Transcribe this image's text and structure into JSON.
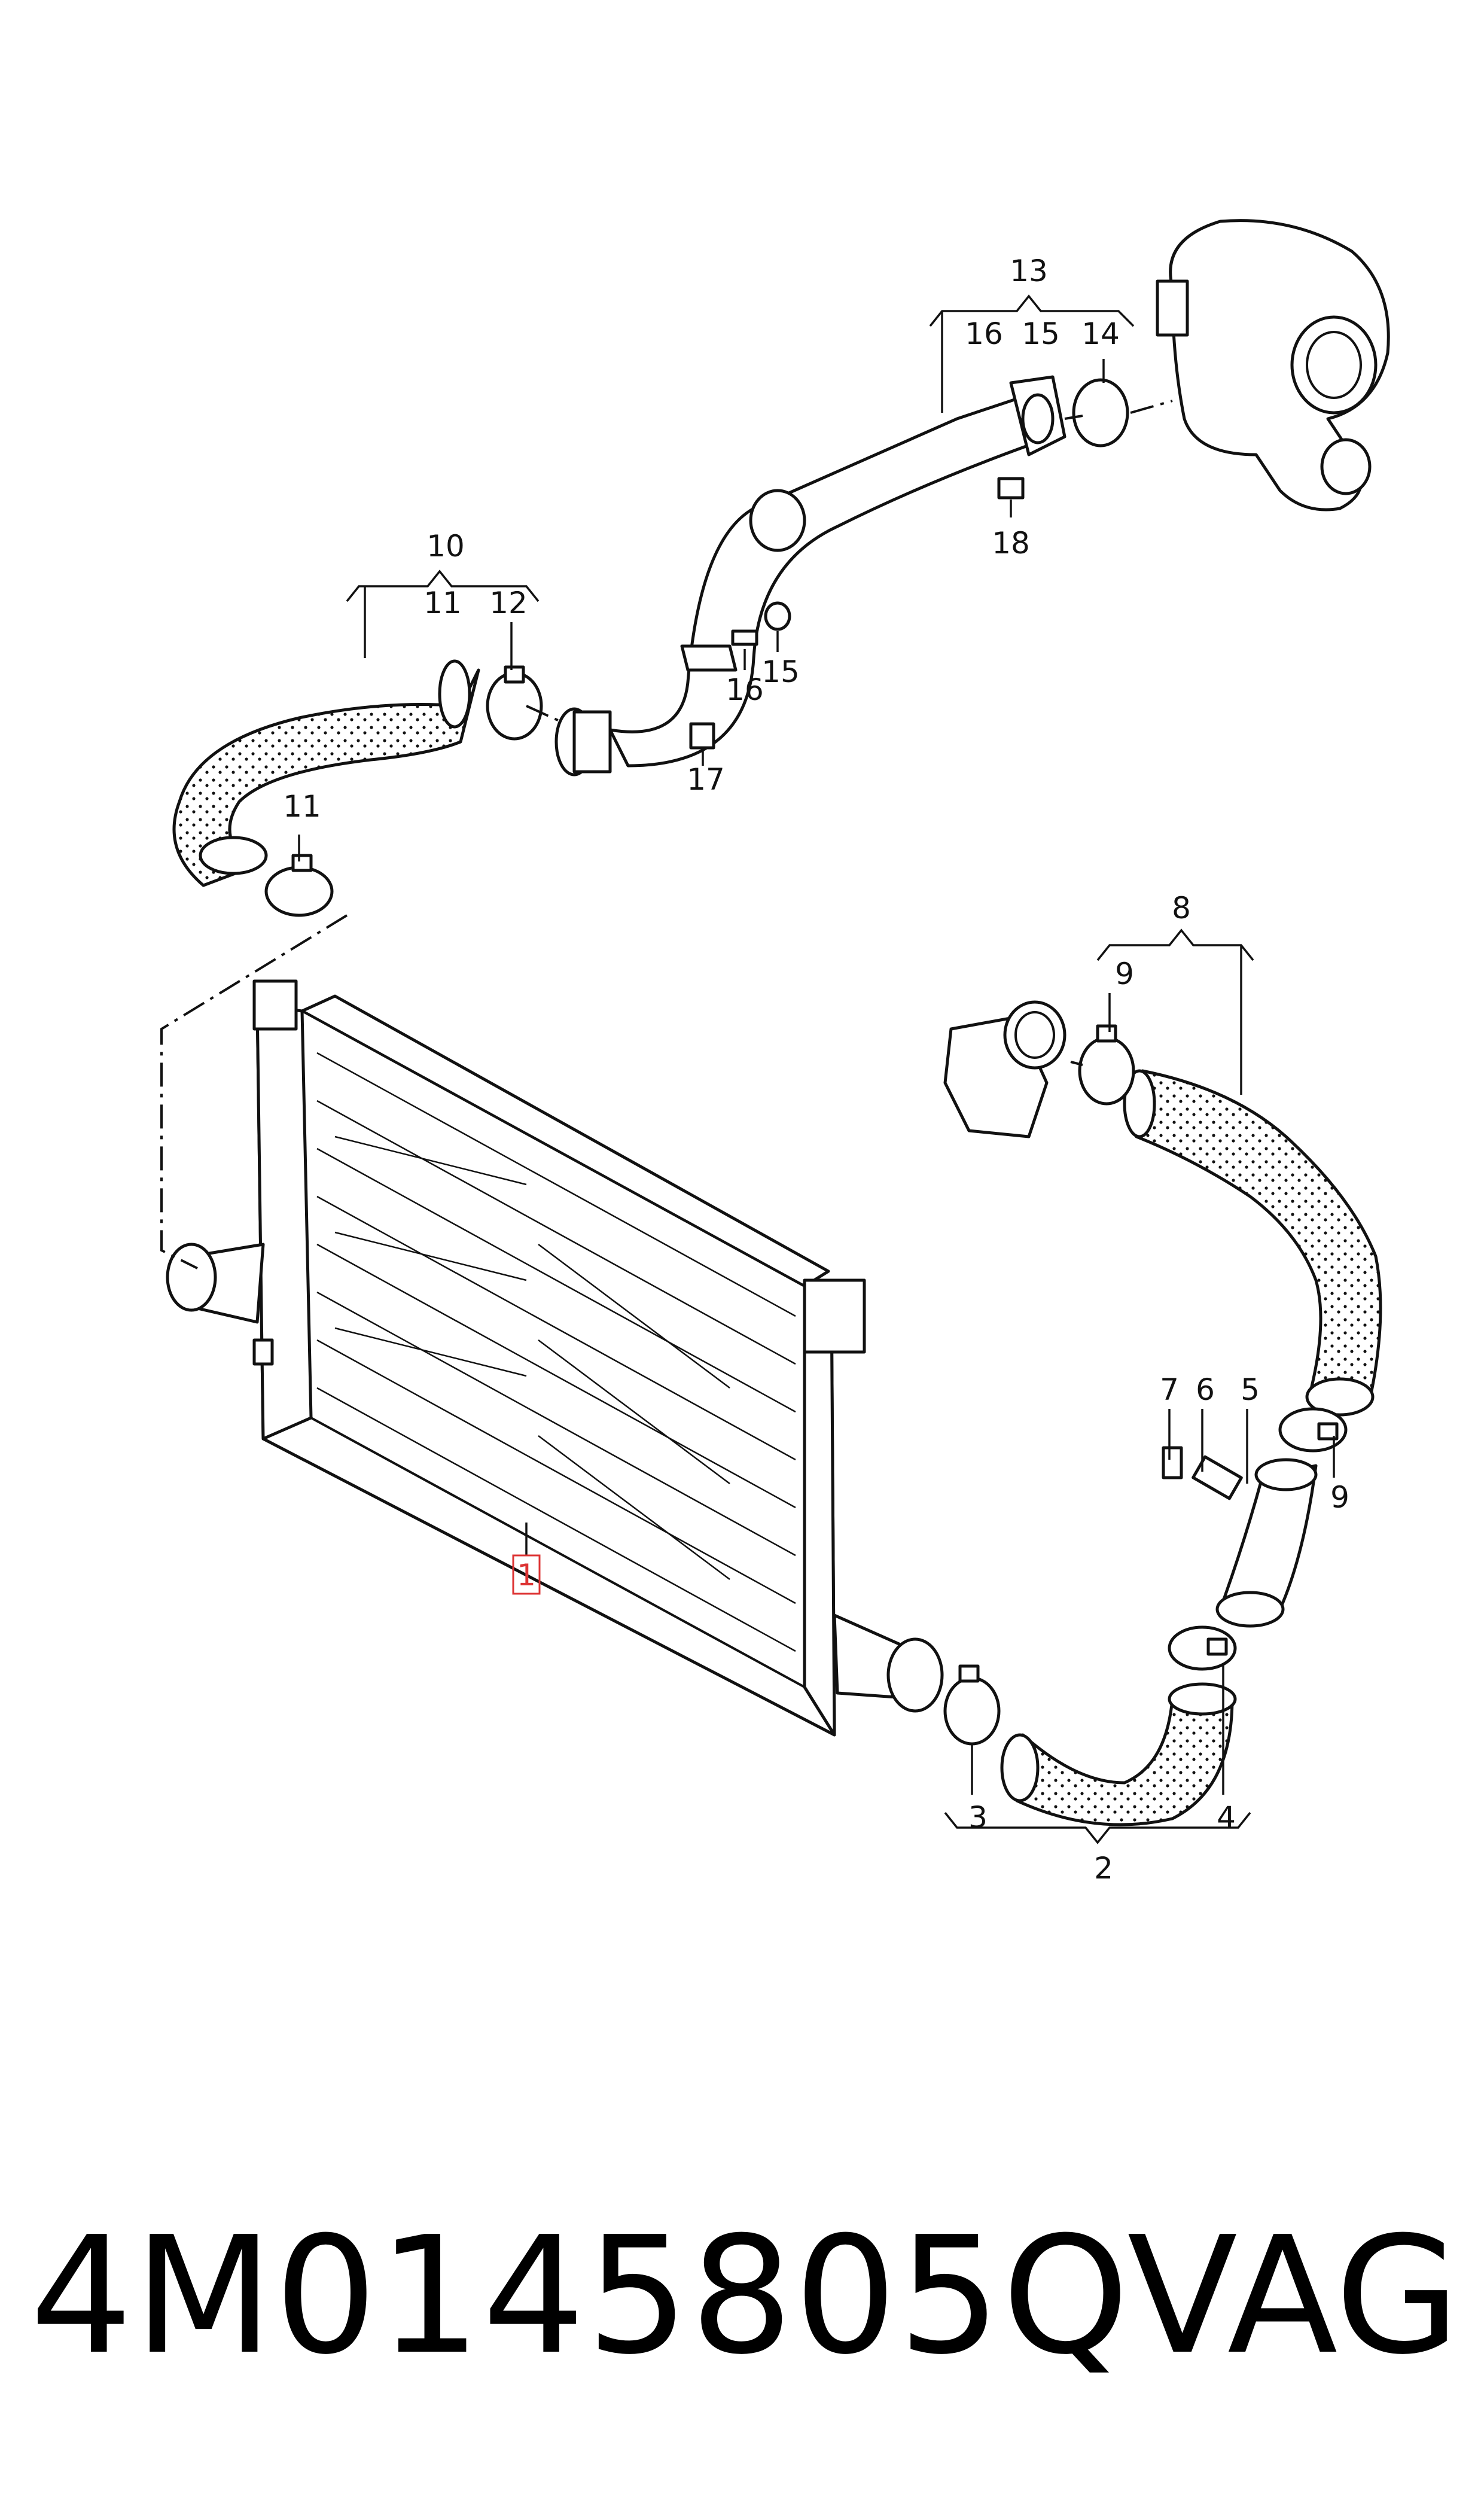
{
  "callouts": {
    "c1": "1",
    "c2": "2",
    "c3": "3",
    "c4": "4",
    "c5": "5",
    "c6": "6",
    "c7": "7",
    "c8": "8",
    "c9a": "9",
    "c9b": "9",
    "c10": "10",
    "c11a": "11",
    "c11b": "11",
    "c12": "12",
    "c13": "13",
    "c14": "14",
    "c15a": "15",
    "c15b": "15",
    "c16a": "16",
    "c16b": "16",
    "c17": "17",
    "c18": "18"
  },
  "footer": {
    "part_number": "4M0145805Q",
    "brand": "VAG"
  }
}
